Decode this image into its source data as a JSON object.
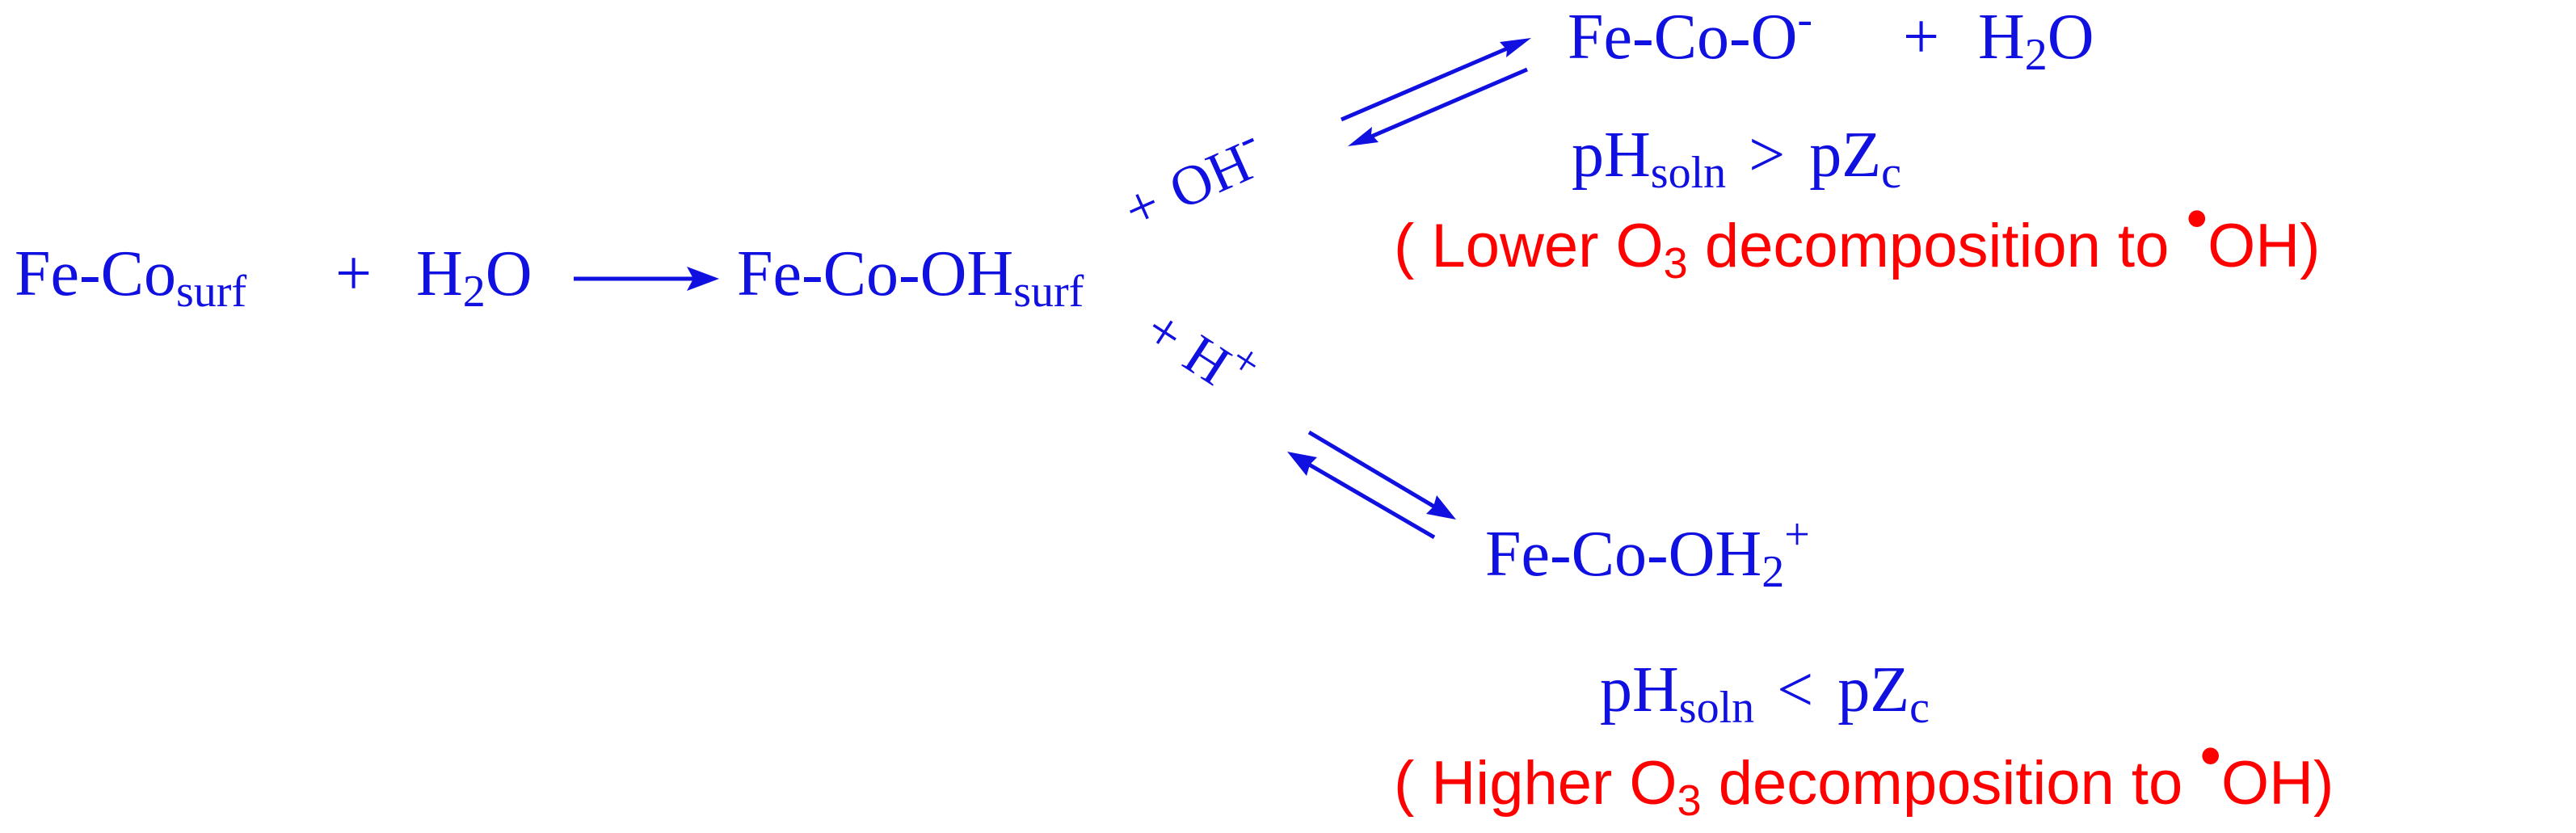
{
  "reactant": {
    "main": "Fe-Co",
    "sub": "surf",
    "plus": "+",
    "water_h": "H",
    "water_2": "2",
    "water_o": "O"
  },
  "intermediate": {
    "main": "Fe-Co-OH",
    "sub": "surf"
  },
  "upper_path": {
    "reagent_plus": "+",
    "reagent": "OH",
    "reagent_charge": "-",
    "product_main": "Fe-Co-O",
    "product_charge": "-",
    "product_plus": "+",
    "product_water_h": "H",
    "product_water_2": "2",
    "product_water_o": "O",
    "condition_ph": "pH",
    "condition_ph_sub": "soln",
    "condition_op": ">",
    "condition_pz": "pZ",
    "condition_pz_sub": "c",
    "note_open": "( Lower O",
    "note_sub": "3",
    "note_mid": " decomposition to ",
    "note_dot": "•",
    "note_close": "OH)"
  },
  "lower_path": {
    "reagent_plus": "+",
    "reagent": "H",
    "reagent_charge": "+",
    "product_main": "Fe-Co-OH",
    "product_sub": "2",
    "product_charge": "+",
    "condition_ph": "pH",
    "condition_ph_sub": "soln",
    "condition_op": "<",
    "condition_pz": "pZ",
    "condition_pz_sub": "c",
    "note_open": "( Higher O",
    "note_sub": "3",
    "note_mid": " decomposition to ",
    "note_dot": "•",
    "note_close": "OH)"
  },
  "colors": {
    "chemistry": "#1010e0",
    "annotation": "#ff0000"
  }
}
